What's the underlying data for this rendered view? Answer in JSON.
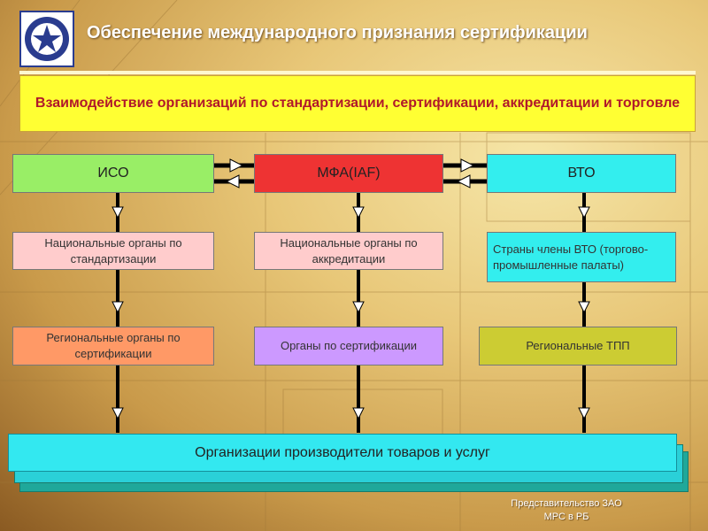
{
  "header": {
    "title": "Обеспечение международного признания  сертификации",
    "subtitle": "Взаимодействие организаций по стандартизации, сертификации, аккредитации и торговле"
  },
  "diagram": {
    "top_row": {
      "iso": "ИСО",
      "iaf": "МФА(IAF)",
      "wto": "ВТО"
    },
    "middle_row": {
      "national_std": "Национальные органы по стандартизации",
      "national_accr": "Национальные органы по аккредитации",
      "wto_members": "Страны члены ВТО (торгово-промышленные палаты)"
    },
    "lower_row": {
      "regional_cert": "Региональные органы по сертификации",
      "cert_bodies": "Органы по сертификации",
      "regional_tpp": "Региональные ТПП"
    },
    "bottom": "Организации производители товаров и услуг"
  },
  "footer": {
    "line1": "Представительство ЗАО",
    "line2": "МРС в РБ"
  },
  "colors": {
    "iso": "#99ee66",
    "iaf": "#ee3333",
    "wto": "#33eeee",
    "pink": "#ffcccc",
    "salmon": "#ff9966",
    "violet": "#cc99ff",
    "olive": "#cccc33",
    "bottom": "#33e8f0"
  }
}
